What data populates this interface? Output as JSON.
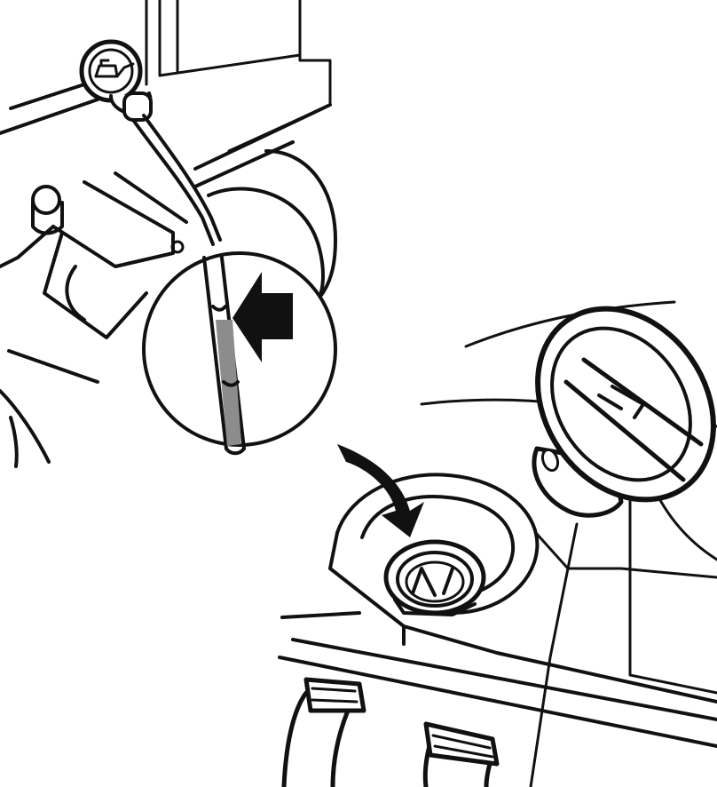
{
  "figure": {
    "components": [
      {
        "id": "engine-block",
        "icon": "engine-outline"
      },
      {
        "id": "oil-dipstick",
        "icon": "dipstick-with-oil-can-symbol"
      },
      {
        "id": "magnified-dipstick-tip",
        "icon": "magnifier-circle"
      },
      {
        "id": "oil-level-indicator-arrow",
        "icon": "block-arrow-left"
      },
      {
        "id": "oil-filler-neck",
        "icon": "filler-opening"
      },
      {
        "id": "oil-filler-cap",
        "icon": "screw-cap"
      },
      {
        "id": "fill-direction-arrow",
        "icon": "curved-arrow"
      },
      {
        "id": "hoses",
        "icon": "hose-with-clamp"
      }
    ],
    "colors": {
      "line": "#111111",
      "background": "#ffffff",
      "oil_mark": "#8c8c8c"
    }
  }
}
